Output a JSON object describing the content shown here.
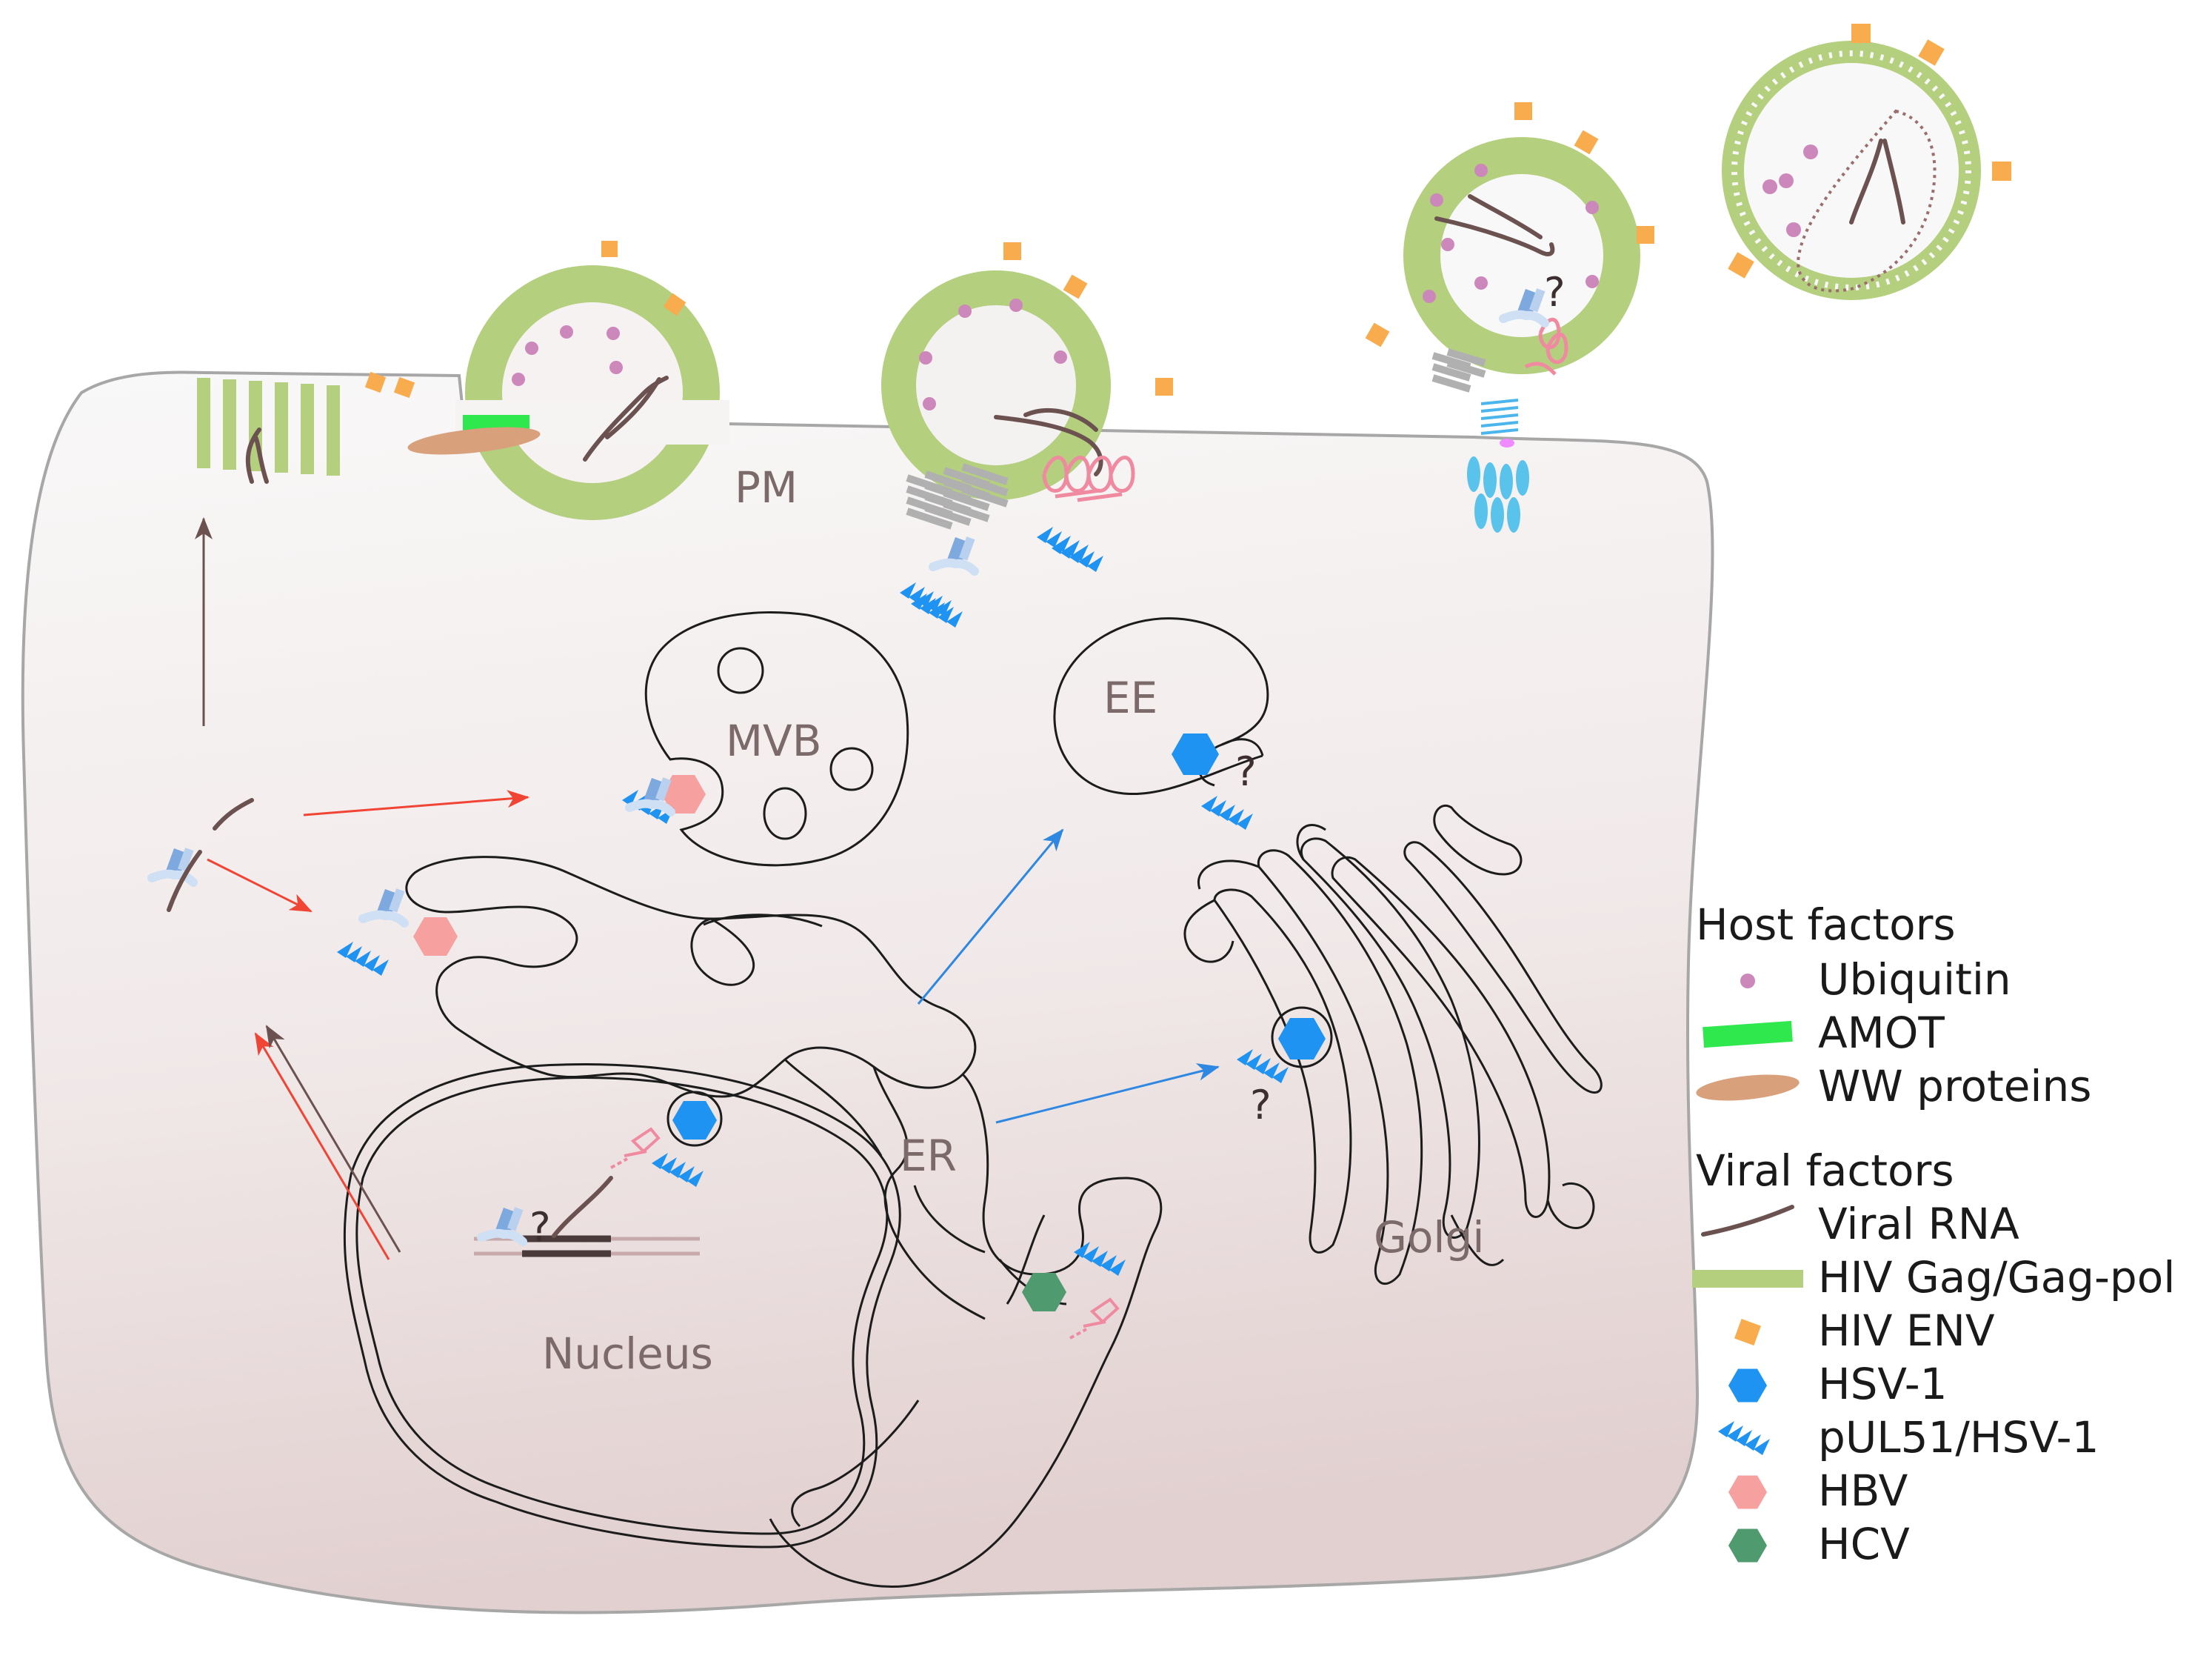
{
  "compartments": {
    "pm": "PM",
    "mvb": "MVB",
    "ee": "EE",
    "er": "ER",
    "golgi": "Golgi",
    "nucleus": "Nucleus"
  },
  "question_mark": "?",
  "legend": {
    "host_heading": "Host factors",
    "host_items": [
      {
        "label": "Ubiquitin",
        "icon": "ubiquitin-dot",
        "color": "#cc88bb"
      },
      {
        "label": "AMOT",
        "icon": "amot-bar",
        "color": "#2ee84d"
      },
      {
        "label": "WW proteins",
        "icon": "ww-ellipse",
        "color": "#d9a07c"
      }
    ],
    "viral_heading": "Viral factors",
    "viral_items": [
      {
        "label": "Viral RNA",
        "icon": "rna-strand",
        "color": "#6b5250"
      },
      {
        "label": "HIV Gag/Gag-pol",
        "icon": "gag-bar",
        "color": "#b4cf7e"
      },
      {
        "label": "HIV ENV",
        "icon": "env-square",
        "color": "#f8ac4e"
      },
      {
        "label": "HSV-1",
        "icon": "hsv1-hexagon",
        "color": "#1f93f2"
      },
      {
        "label": "pUL51/HSV-1",
        "icon": "pul51-glyph",
        "color": "#1f93f2"
      },
      {
        "label": "HBV",
        "icon": "hbv-hexagon",
        "color": "#f6a0a0"
      },
      {
        "label": "HCV",
        "icon": "hcv-hexagon",
        "color": "#4f9a6e"
      }
    ]
  },
  "colors": {
    "cell_top": "#f9f8f8",
    "cell_bottom": "#e3d3d3",
    "cell_outline": "#a7a7a7",
    "red_arrow": "#f04535",
    "blue_arrow": "#2e87e0",
    "brown_arrow": "#6b5250",
    "escrt_pink": "#f08aa0",
    "escrt_blue": "#8eb4e0",
    "gray_filament": "#bdbdbd"
  }
}
